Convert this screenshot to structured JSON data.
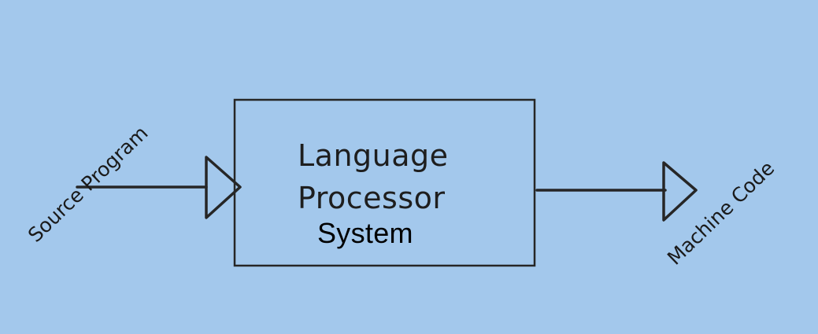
{
  "diagram": {
    "input_label": "Source Program",
    "processor_lines": [
      "Language",
      "Processor",
      "System"
    ],
    "output_label": "Machine Code"
  },
  "colors": {
    "background": "#a3c8ec",
    "stroke": "#262626"
  }
}
